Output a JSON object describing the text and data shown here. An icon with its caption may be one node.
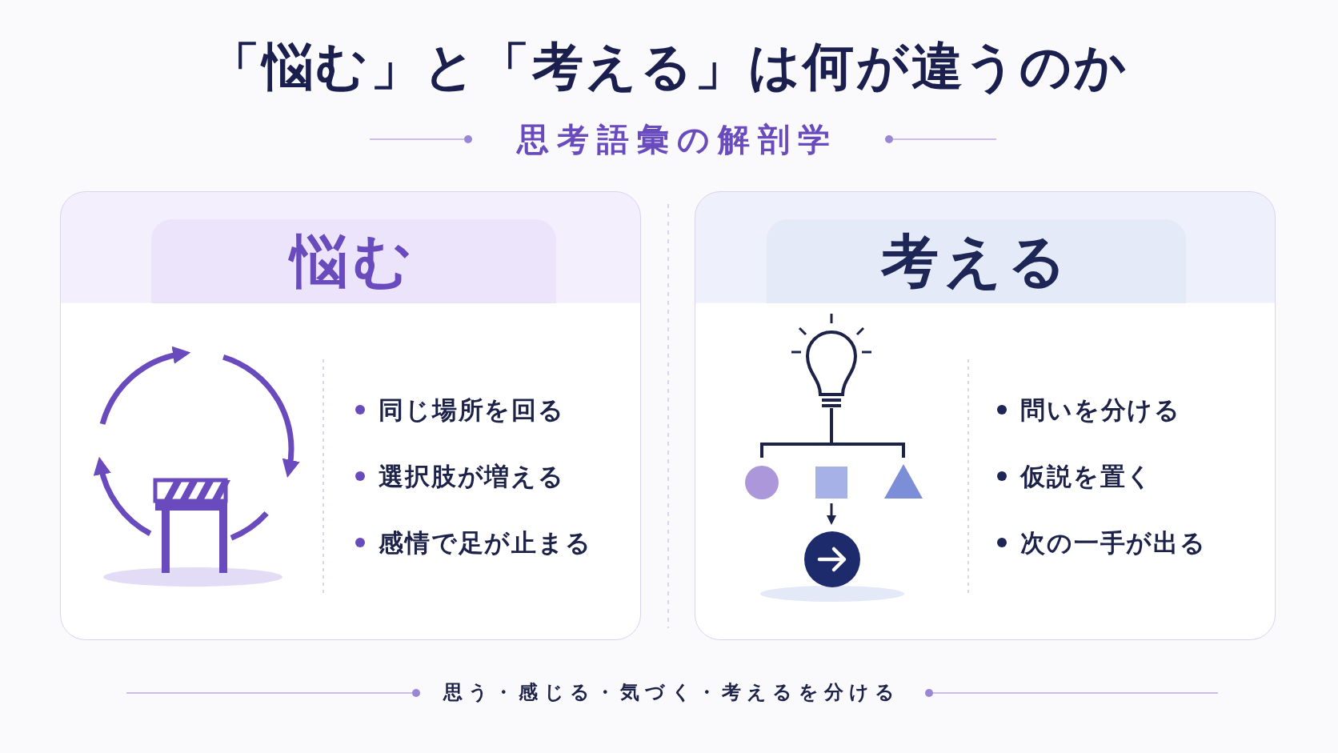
{
  "diagram": {
    "title": "「悩む」と「考える」は何が違うのか",
    "nodes": [
      {
        "text": [
          "悩む",
          "同じ場所を回る",
          "選択肢が増える",
          "感情で足が止まる"
        ]
      },
      {
        "text": [
          "考える",
          "問いを分ける",
          "仮説を置く",
          "次の一手が出る"
        ]
      }
    ],
    "labels": [
      "思考語彙の解剖学",
      "思う・感じる・気づく・考えるを分ける"
    ]
  }
}
